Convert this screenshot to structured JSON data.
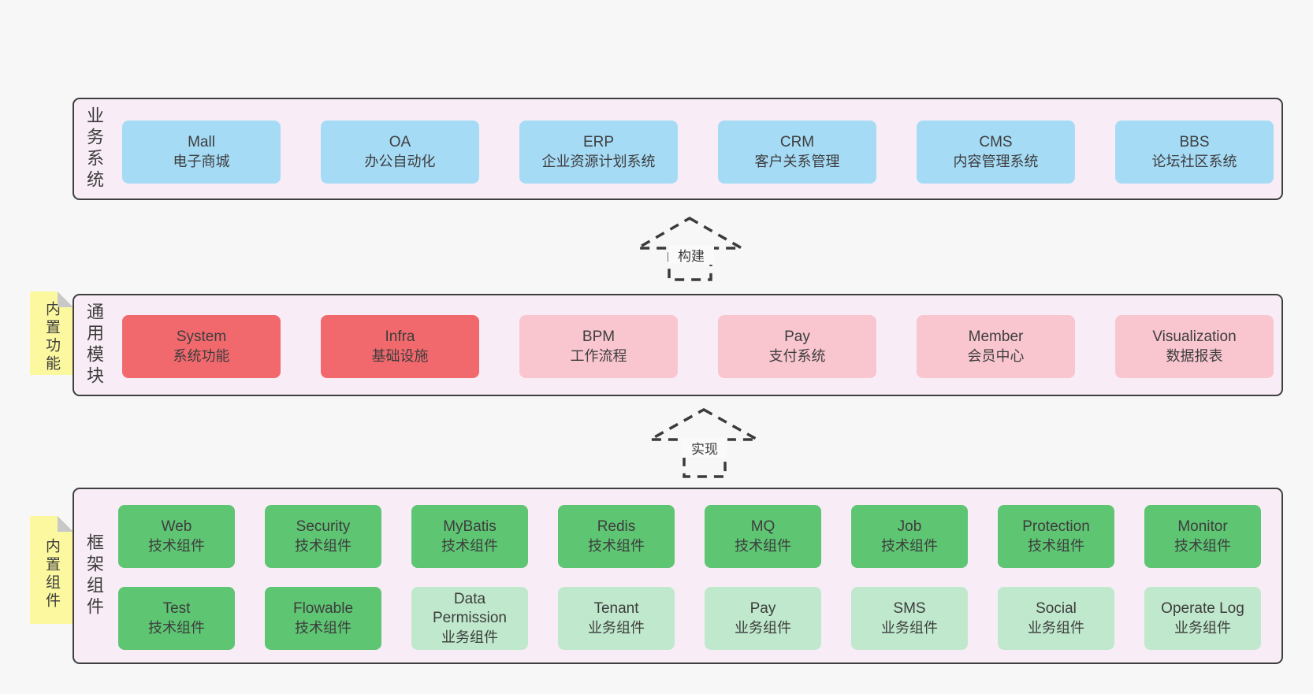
{
  "colors": {
    "background": "#f7f7f7",
    "layer_fill": "#f8edf6",
    "layer_border": "#3f3f3f",
    "blue_box": "#a6dbf6",
    "red_box": "#f2696d",
    "pink_box": "#f9c6d0",
    "green_box": "#5ec573",
    "light_green_box": "#bfe8cc",
    "sticky_yellow": "#fbf8a0",
    "sticky_fold": "#c8c8c8",
    "text": "#3d3d3d"
  },
  "arrows": [
    {
      "label": "构建"
    },
    {
      "label": "实现"
    }
  ],
  "layers": [
    {
      "label": "业务系统",
      "boxes": [
        {
          "title": "Mall",
          "subtitle": "电子商城"
        },
        {
          "title": "OA",
          "subtitle": "办公自动化"
        },
        {
          "title": "ERP",
          "subtitle": "企业资源计划系统"
        },
        {
          "title": "CRM",
          "subtitle": "客户关系管理"
        },
        {
          "title": "CMS",
          "subtitle": "内容管理系统"
        },
        {
          "title": "BBS",
          "subtitle": "论坛社区系统"
        }
      ]
    },
    {
      "label": "通用模块",
      "sticky": "内置功能",
      "boxes": [
        {
          "title": "System",
          "subtitle": "系统功能"
        },
        {
          "title": "Infra",
          "subtitle": "基础设施"
        },
        {
          "title": "BPM",
          "subtitle": "工作流程"
        },
        {
          "title": "Pay",
          "subtitle": "支付系统"
        },
        {
          "title": "Member",
          "subtitle": "会员中心"
        },
        {
          "title": "Visualization",
          "subtitle": "数据报表"
        }
      ]
    },
    {
      "label": "框架组件",
      "sticky": "内置组件",
      "boxes": [
        {
          "title": "Web",
          "subtitle": "技术组件"
        },
        {
          "title": "Security",
          "subtitle": "技术组件"
        },
        {
          "title": "MyBatis",
          "subtitle": "技术组件"
        },
        {
          "title": "Redis",
          "subtitle": "技术组件"
        },
        {
          "title": "MQ",
          "subtitle": "技术组件"
        },
        {
          "title": "Job",
          "subtitle": "技术组件"
        },
        {
          "title": "Protection",
          "subtitle": "技术组件"
        },
        {
          "title": "Monitor",
          "subtitle": "技术组件"
        },
        {
          "title": "Test",
          "subtitle": "技术组件"
        },
        {
          "title": "Flowable",
          "subtitle": "技术组件"
        },
        {
          "title": "Data Permission",
          "subtitle": "业务组件"
        },
        {
          "title": "Tenant",
          "subtitle": "业务组件"
        },
        {
          "title": "Pay",
          "subtitle": "业务组件"
        },
        {
          "title": "SMS",
          "subtitle": "业务组件"
        },
        {
          "title": "Social",
          "subtitle": "业务组件"
        },
        {
          "title": "Operate Log",
          "subtitle": "业务组件"
        }
      ]
    }
  ]
}
